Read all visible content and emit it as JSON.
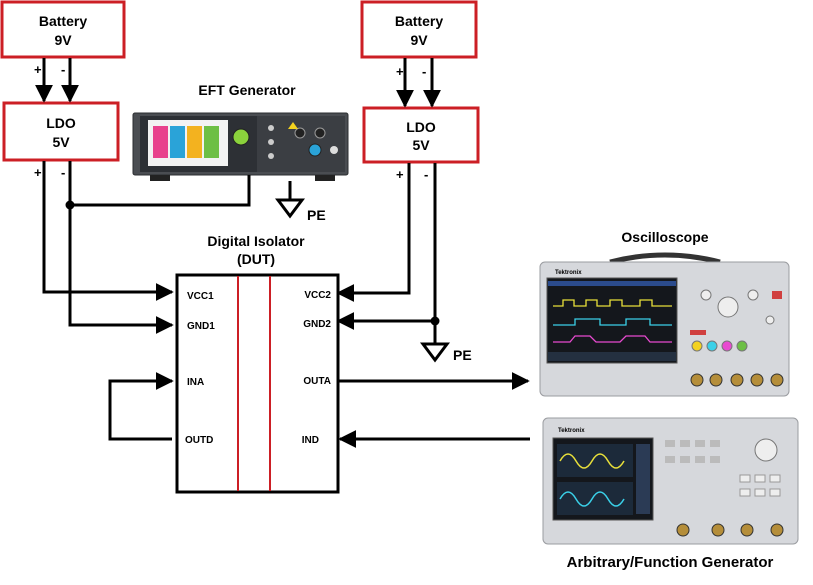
{
  "battery_left": {
    "line1": "Battery",
    "line2": "9V"
  },
  "battery_right": {
    "line1": "Battery",
    "line2": "9V"
  },
  "ldo_left": {
    "line1": "LDO",
    "line2": "5V"
  },
  "ldo_right": {
    "line1": "LDO",
    "line2": "5V"
  },
  "polarity": {
    "plus": "+",
    "minus": "-"
  },
  "eft_generator": {
    "title": "EFT Generator"
  },
  "pe_label": "PE",
  "dut": {
    "title_line1": "Digital Isolator",
    "title_line2": "(DUT)",
    "pins": {
      "vcc1": "VCC1",
      "gnd1": "GND1",
      "ina": "INA",
      "outd": "OUTD",
      "vcc2": "VCC2",
      "gnd2": "GND2",
      "outa": "OUTA",
      "ind": "IND"
    }
  },
  "oscilloscope": {
    "title": "Oscilloscope",
    "brand": "Tektronix"
  },
  "function_generator": {
    "title": "Arbitrary/Function Generator",
    "brand": "Tektronix"
  },
  "colors": {
    "box_border": "#cc1f25",
    "wire": "#000000",
    "isolation_barrier": "#cc1f25"
  }
}
